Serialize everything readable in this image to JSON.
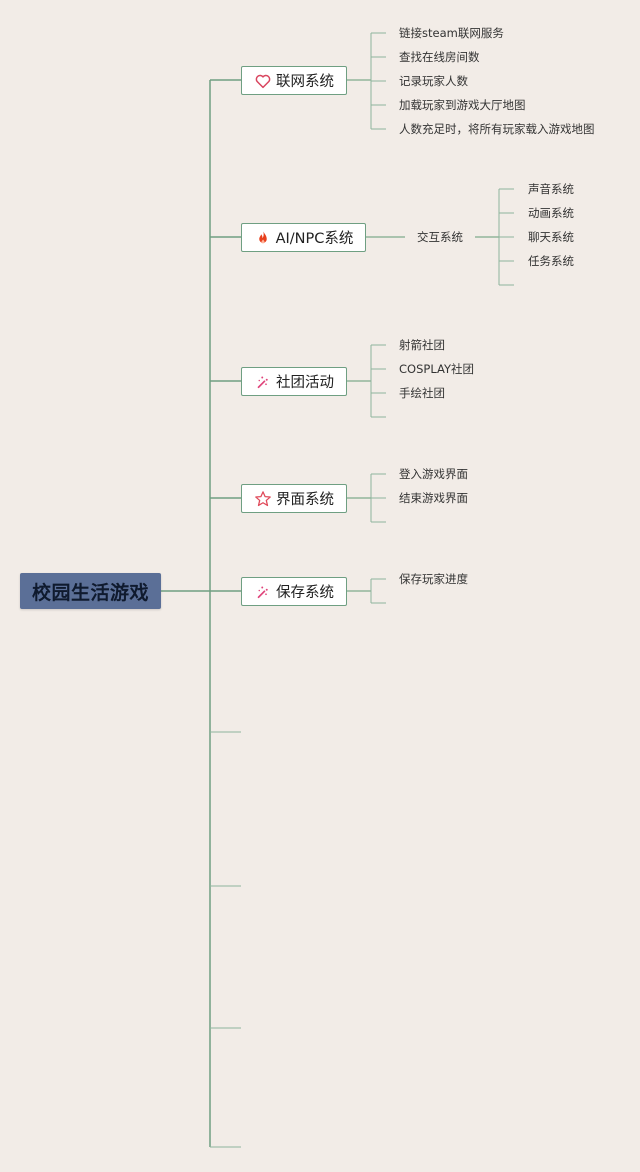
{
  "root": {
    "label": "校园生活游戏"
  },
  "branches": [
    {
      "label": "联网系统",
      "icon": "heart-icon",
      "children": [
        "链接steam联网服务",
        "查找在线房间数",
        "记录玩家人数",
        "加载玩家到游戏大厅地图",
        "人数充足时，将所有玩家载入游戏地图"
      ]
    },
    {
      "label": "AI/NPC系统",
      "icon": "fire-icon",
      "sub": {
        "label": "交互系统",
        "children": [
          "声音系统",
          "动画系统",
          "聊天系统",
          "任务系统"
        ]
      }
    },
    {
      "label": "社团活动",
      "icon": "magic-wand-icon",
      "children": [
        "射箭社团",
        "COSPLAY社团",
        "手绘社团"
      ]
    },
    {
      "label": "界面系统",
      "icon": "star-icon",
      "children": [
        "登入游戏界面",
        "结束游戏界面"
      ]
    },
    {
      "label": "保存系统",
      "icon": "magic-wand-icon",
      "children": [
        "保存玩家进度"
      ]
    }
  ],
  "colors": {
    "background": "#f2ece7",
    "root_fill": "#5b6f97",
    "connector": "#6f9f82",
    "heart": "#d9455f",
    "fire": "#e8401c",
    "wand": "#e0457b",
    "star": "#e04a5a"
  }
}
